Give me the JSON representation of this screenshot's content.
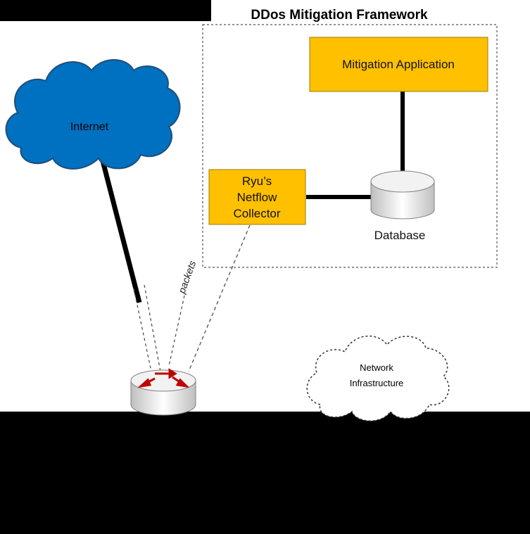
{
  "framework": {
    "title": "DDos Mitigation Framework"
  },
  "nodes": {
    "mitigation_application": "Mitigation Application",
    "netflow_collector_line1": "Ryu’s",
    "netflow_collector_line2": "Netflow",
    "netflow_collector_line3": "Collector",
    "database": "Database",
    "internet": "Internet",
    "network_infrastructure_line1": "Network",
    "network_infrastructure_line2": "Infrastructure"
  },
  "edges": {
    "packets_label": "packets"
  },
  "colors": {
    "background": "#000000",
    "canvas": "#ffffff",
    "box_fill": "#ffc000",
    "cloud_fill": "#0070c0",
    "cloud_stroke": "#1f4e79",
    "router_label": "#c00000",
    "database_fill": "#e6e6e6"
  }
}
